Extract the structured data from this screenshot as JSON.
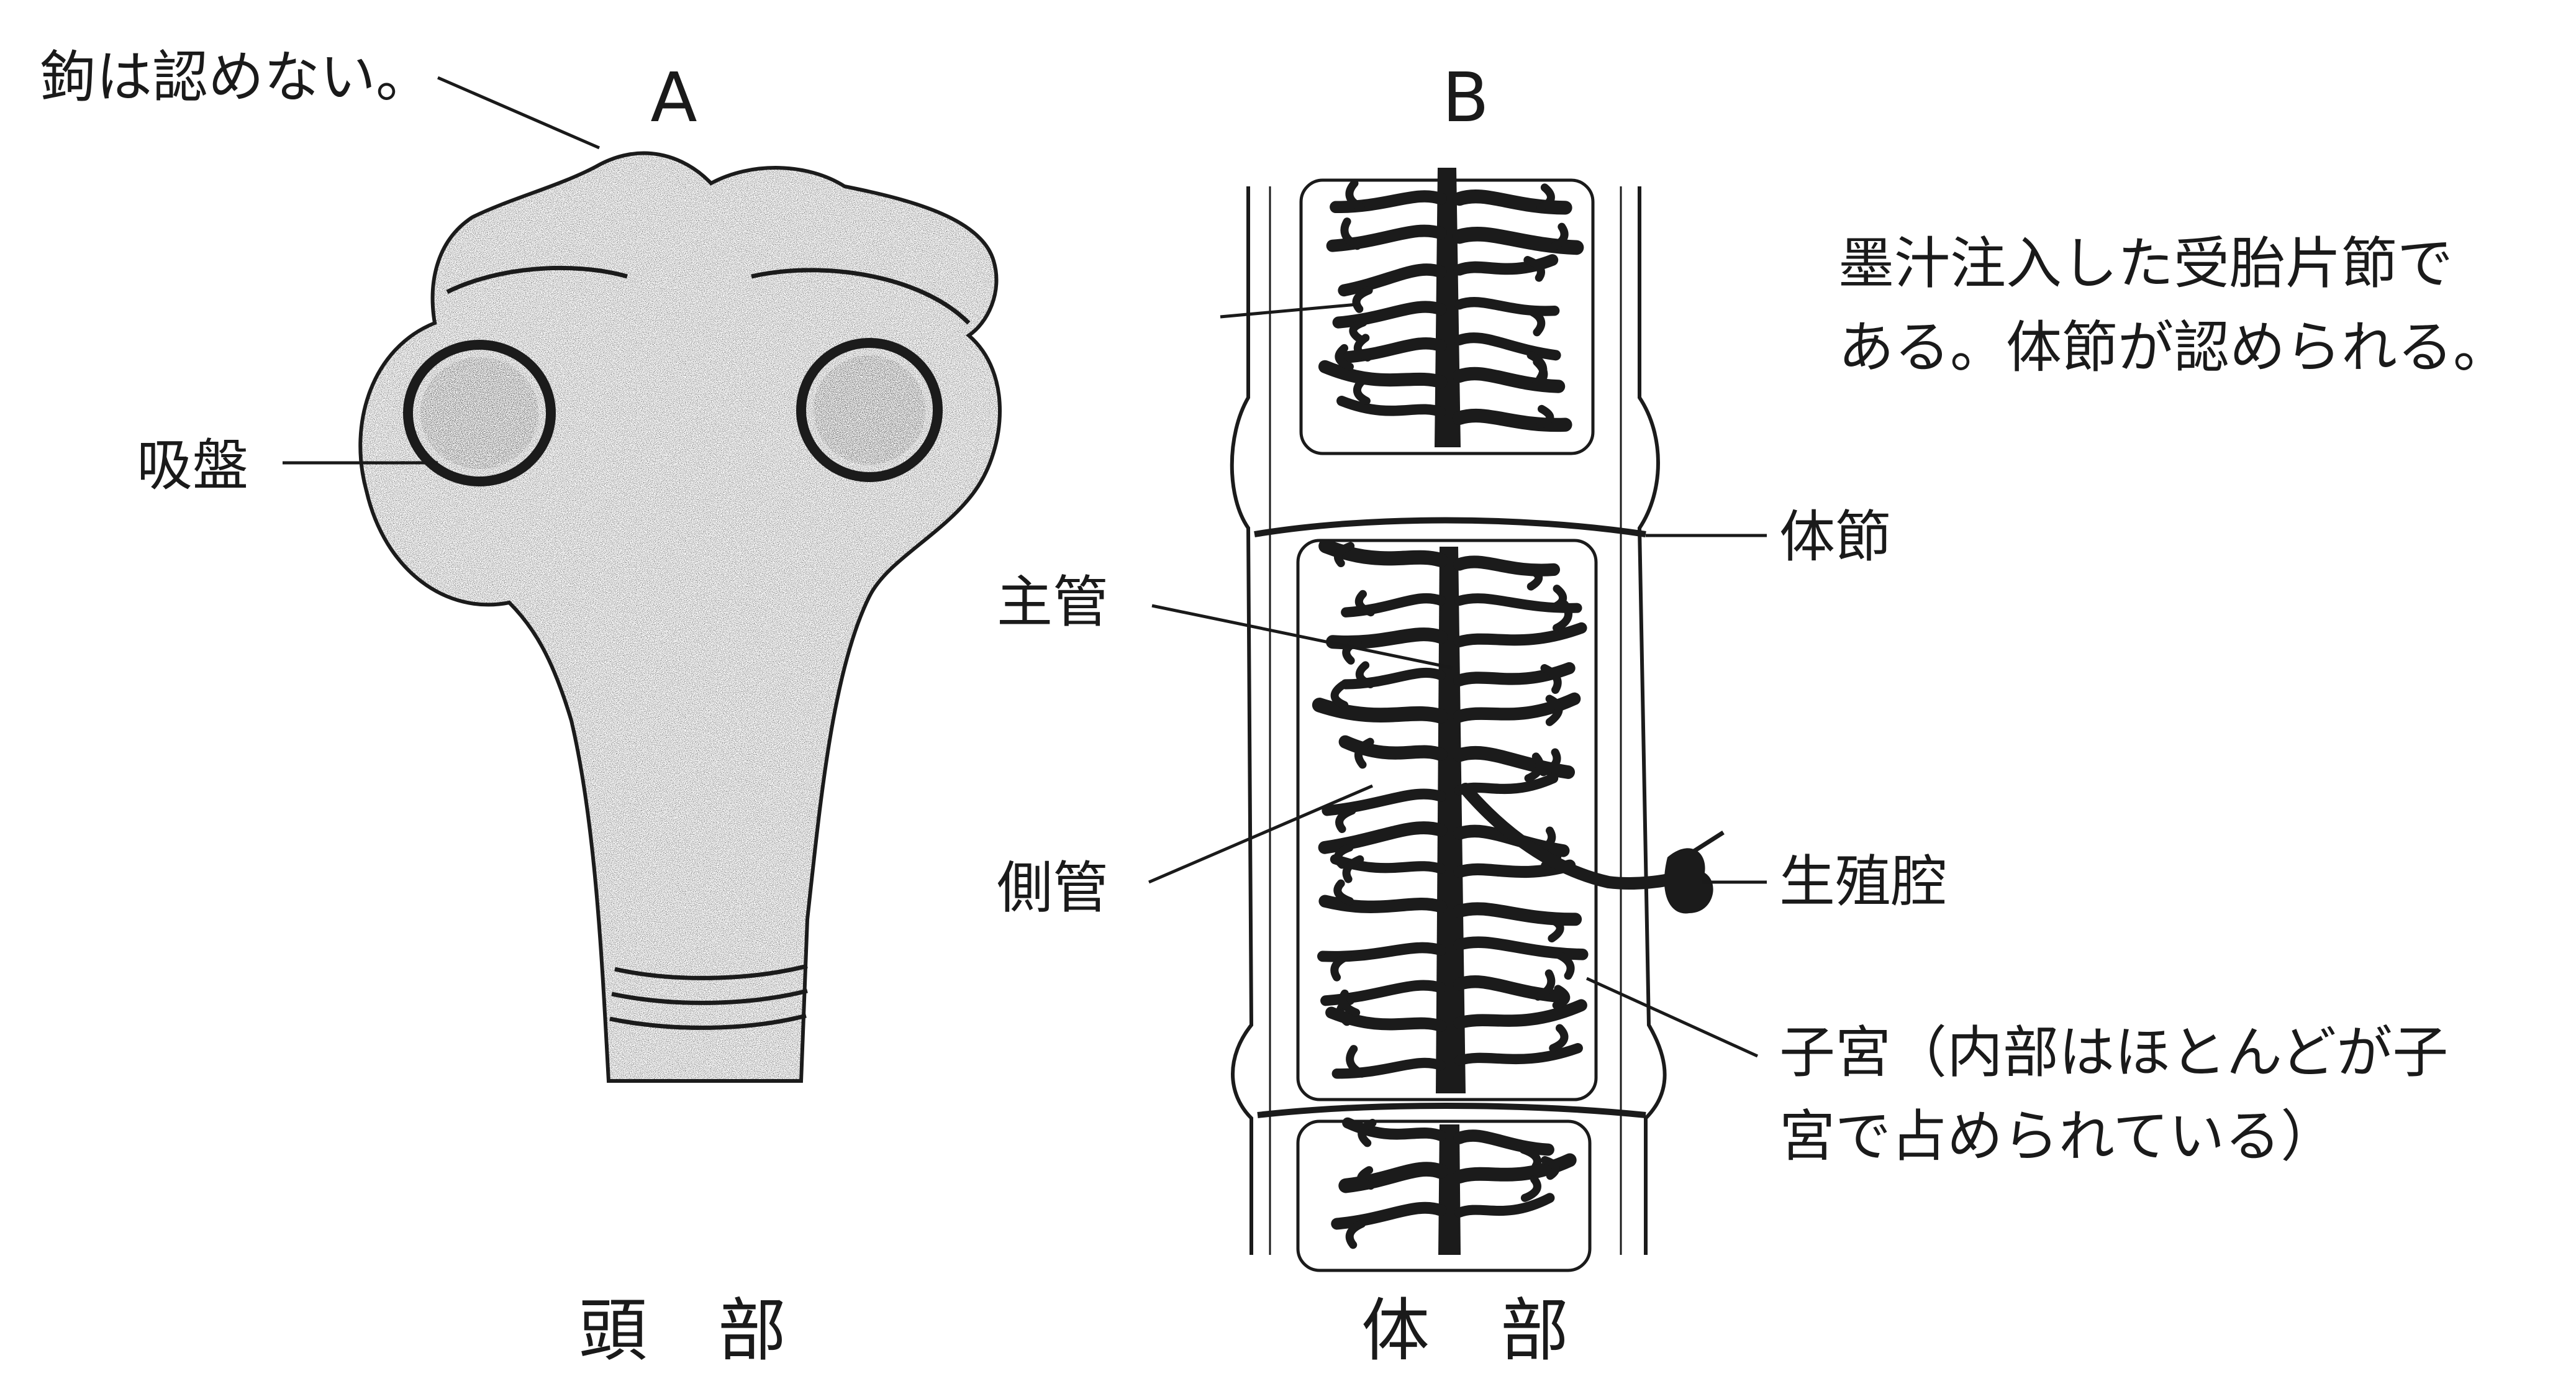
{
  "panels": {
    "a": "A",
    "b": "B"
  },
  "captions": {
    "head": "頭　部",
    "body": "体　部"
  },
  "labels": {
    "hooks": "鉤は認めない。",
    "sucker": "吸盤",
    "note_line1": "墨汁注入した受胎片節で",
    "note_line2": "ある。体節が認められる。",
    "segment": "体節",
    "main_duct": "主管",
    "lateral_duct": "側管",
    "genital_pore": "生殖腔",
    "uterus_line1": "子宮（内部はほとんどが子",
    "uterus_line2": "宮で占められている）"
  },
  "colors": {
    "ink": "#1b1b1b",
    "background": "#ffffff"
  }
}
